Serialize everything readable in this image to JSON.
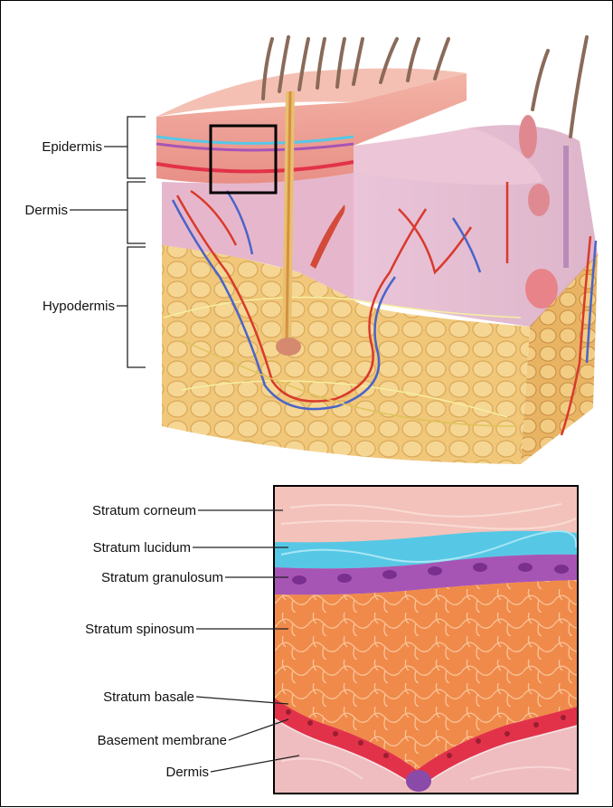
{
  "skin_labels": {
    "epidermis": "Epidermis",
    "dermis": "Dermis",
    "hypodermis": "Hypodermis"
  },
  "layer_labels": {
    "corneum": "Stratum corneum",
    "lucidum": "Stratum lucidum",
    "granulosum": "Stratum granulosum",
    "spinosum": "Stratum spinosum",
    "basale": "Stratum basale",
    "basement": "Basement membrane",
    "dermis": "Dermis"
  },
  "colors": {
    "epidermis": "#e98a86",
    "dermis": "#e7b7c9",
    "hypodermis": "#f0c873",
    "corneum": "#f2b8b0",
    "lucidum": "#56c8e6",
    "granulosum": "#a755b5",
    "spinosum": "#f08c4e",
    "basale": "#e2324a",
    "vessel_artery": "#d83a2c",
    "vessel_vein": "#4a64c8",
    "hair": "#8a6a5a"
  }
}
